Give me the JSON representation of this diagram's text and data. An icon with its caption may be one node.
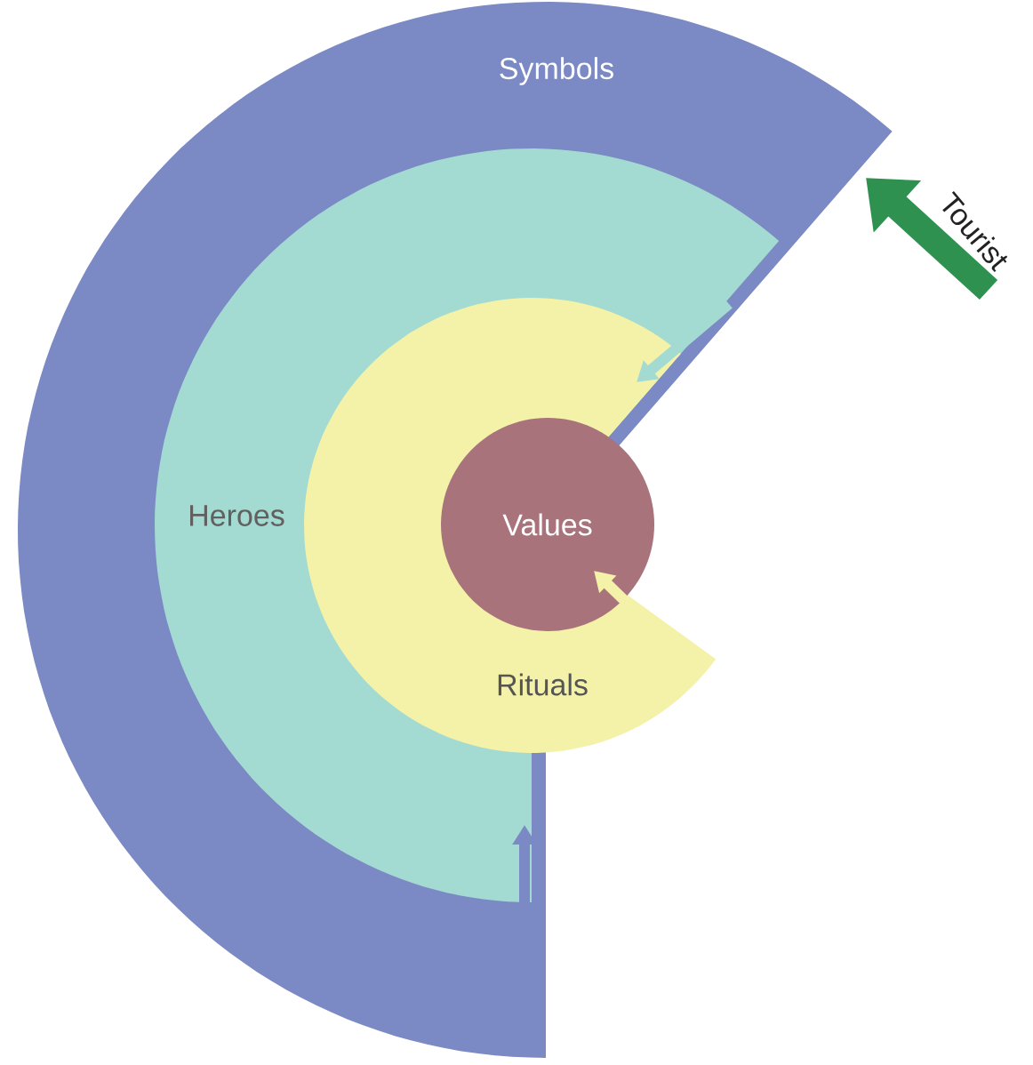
{
  "diagram": {
    "nodes": [
      {
        "text": [
          "Symbols"
        ]
      },
      {
        "text": [
          "Heroes"
        ],
        "in": 0
      },
      {
        "text": [
          "Rituals"
        ],
        "in": 1
      },
      {
        "text": [
          "Values"
        ],
        "in": 2
      },
      {
        "text": [
          "Tourist"
        ]
      }
    ],
    "edges": [
      {
        "from": 4,
        "to": 0,
        "arrow": "to",
        "style": "thick",
        "color": "#2e9150"
      },
      {
        "from": 0,
        "to": 1,
        "arrow": "to",
        "color": "#7b89c4"
      },
      {
        "from": 1,
        "to": 2,
        "arrow": "to",
        "color": "#a3dad2"
      },
      {
        "from": 2,
        "to": 3,
        "arrow": "to",
        "color": "#f4f2a8"
      }
    ]
  }
}
